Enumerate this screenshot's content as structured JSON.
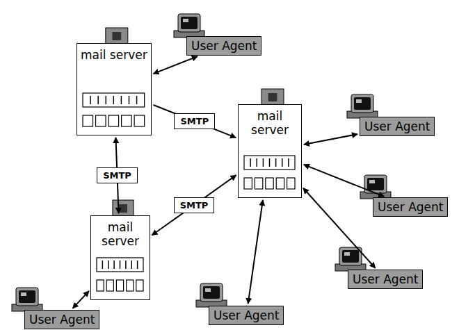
{
  "diagram": {
    "nodes": [
      {
        "text": [
          "User Agent"
        ]
      },
      {
        "text": [
          "mail server"
        ]
      },
      {
        "text": [
          "mail server"
        ]
      },
      {
        "text": [
          "User Agent"
        ]
      },
      {
        "text": [
          "User Agent"
        ]
      },
      {
        "text": [
          "mail server"
        ]
      },
      {
        "text": [
          "User Agent"
        ]
      },
      {
        "text": [
          "User Agent"
        ]
      },
      {
        "text": [
          "User Agent"
        ]
      }
    ],
    "edges": [
      {
        "from": 0,
        "to": 1,
        "arrow": "both"
      },
      {
        "from": 1,
        "to": 2,
        "label": "SMTP",
        "arrow": "to"
      },
      {
        "from": 1,
        "to": 5,
        "label": "SMTP",
        "arrow": "both"
      },
      {
        "from": 5,
        "to": 2,
        "label": "SMTP",
        "arrow": "both"
      },
      {
        "from": 2,
        "to": 3,
        "arrow": "both"
      },
      {
        "from": 2,
        "to": 4,
        "arrow": "both"
      },
      {
        "from": 2,
        "to": 6,
        "arrow": "both"
      },
      {
        "from": 2,
        "to": 7,
        "arrow": "both"
      },
      {
        "from": 5,
        "to": 8,
        "arrow": "both"
      }
    ]
  }
}
